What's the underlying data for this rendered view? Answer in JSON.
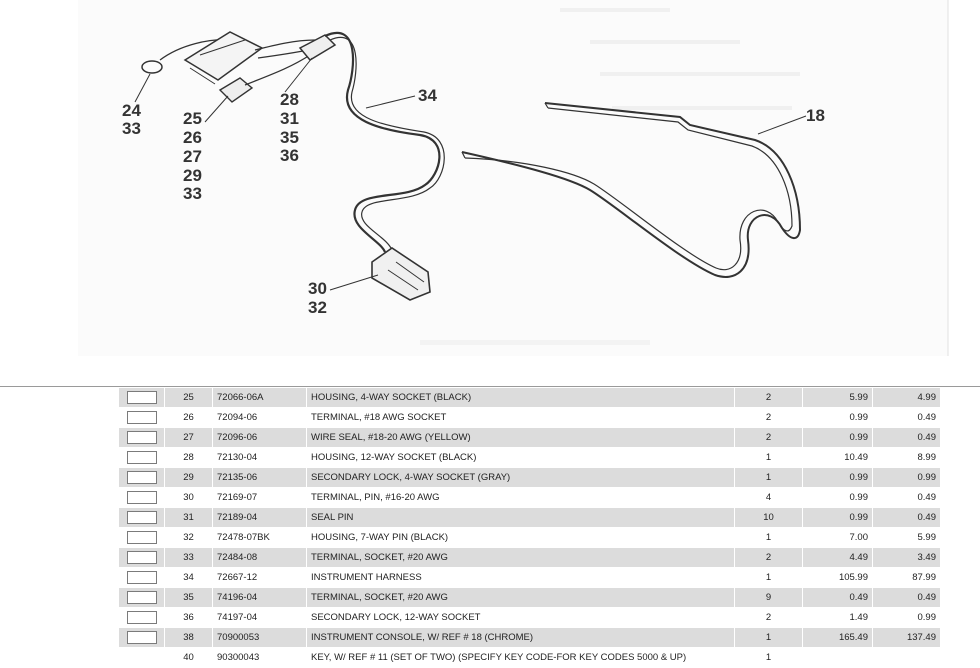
{
  "diagram": {
    "callouts": {
      "g1": [
        "24",
        "33"
      ],
      "g2": [
        "25",
        "26",
        "27",
        "29",
        "33"
      ],
      "g3": [
        "28",
        "31",
        "35",
        "36"
      ],
      "g4": [
        "34"
      ],
      "g5": [
        "30",
        "32"
      ],
      "g6": [
        "18"
      ]
    }
  },
  "parts": {
    "rows": [
      {
        "ref": "25",
        "part": "72066-06A",
        "desc": "HOUSING, 4-WAY SOCKET (BLACK)",
        "qty": "2",
        "price1": "5.99",
        "price2": "4.99"
      },
      {
        "ref": "26",
        "part": "72094-06",
        "desc": "TERMINAL, #18 AWG SOCKET",
        "qty": "2",
        "price1": "0.99",
        "price2": "0.49"
      },
      {
        "ref": "27",
        "part": "72096-06",
        "desc": "WIRE SEAL, #18-20 AWG (YELLOW)",
        "qty": "2",
        "price1": "0.99",
        "price2": "0.49"
      },
      {
        "ref": "28",
        "part": "72130-04",
        "desc": "HOUSING, 12-WAY SOCKET (BLACK)",
        "qty": "1",
        "price1": "10.49",
        "price2": "8.99"
      },
      {
        "ref": "29",
        "part": "72135-06",
        "desc": "SECONDARY LOCK, 4-WAY SOCKET (GRAY)",
        "qty": "1",
        "price1": "0.99",
        "price2": "0.99"
      },
      {
        "ref": "30",
        "part": "72169-07",
        "desc": "TERMINAL, PIN, #16-20 AWG",
        "qty": "4",
        "price1": "0.99",
        "price2": "0.49"
      },
      {
        "ref": "31",
        "part": "72189-04",
        "desc": "SEAL PIN",
        "qty": "10",
        "price1": "0.99",
        "price2": "0.49"
      },
      {
        "ref": "32",
        "part": "72478-07BK",
        "desc": "HOUSING, 7-WAY PIN (BLACK)",
        "qty": "1",
        "price1": "7.00",
        "price2": "5.99"
      },
      {
        "ref": "33",
        "part": "72484-08",
        "desc": "TERMINAL, SOCKET, #20 AWG",
        "qty": "2",
        "price1": "4.49",
        "price2": "3.49"
      },
      {
        "ref": "34",
        "part": "72667-12",
        "desc": "INSTRUMENT HARNESS",
        "qty": "1",
        "price1": "105.99",
        "price2": "87.99"
      },
      {
        "ref": "35",
        "part": "74196-04",
        "desc": "TERMINAL, SOCKET, #20 AWG",
        "qty": "9",
        "price1": "0.49",
        "price2": "0.49"
      },
      {
        "ref": "36",
        "part": "74197-04",
        "desc": "SECONDARY LOCK, 12-WAY SOCKET",
        "qty": "2",
        "price1": "1.49",
        "price2": "0.99"
      },
      {
        "ref": "38",
        "part": "70900053",
        "desc": "INSTRUMENT CONSOLE, W/ REF # 18 (CHROME)",
        "qty": "1",
        "price1": "165.49",
        "price2": "137.49"
      },
      {
        "ref": "40",
        "part": "90300043",
        "desc": "KEY, W/ REF # 11 (SET OF TWO) (SPECIFY KEY CODE-FOR KEY CODES 5000 & UP)",
        "qty": "1",
        "price1": "",
        "price2": ""
      }
    ]
  }
}
